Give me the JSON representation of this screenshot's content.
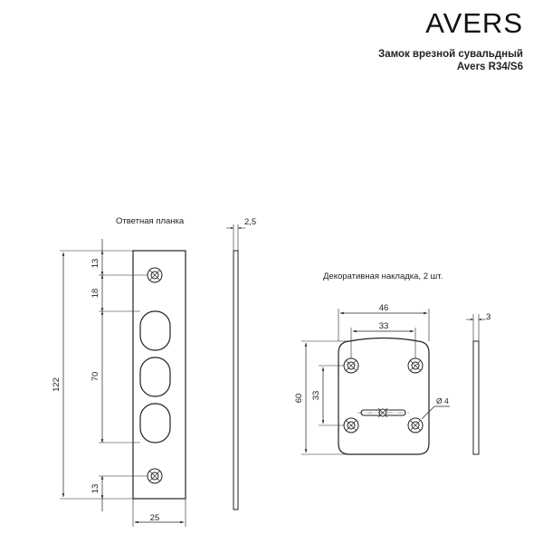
{
  "brand": {
    "name": "AVERS"
  },
  "product": {
    "line1": "Замок врезной сувальдный",
    "line2": "Avers R34/S6"
  },
  "strike_plate": {
    "label": "Ответная планка",
    "dim_height": "122",
    "dim_top": "13",
    "dim_top_to_slots": "18",
    "dim_slots": "70",
    "dim_bottom": "13",
    "dim_width": "25",
    "dim_thickness": "2,5"
  },
  "escutcheon": {
    "label": "Декоративная накладка, 2 шт.",
    "dim_width": "46",
    "dim_holes_x": "33",
    "dim_height": "60",
    "dim_holes_y": "33",
    "dim_hole_diameter": "Ø 4",
    "dim_thickness": "3"
  }
}
